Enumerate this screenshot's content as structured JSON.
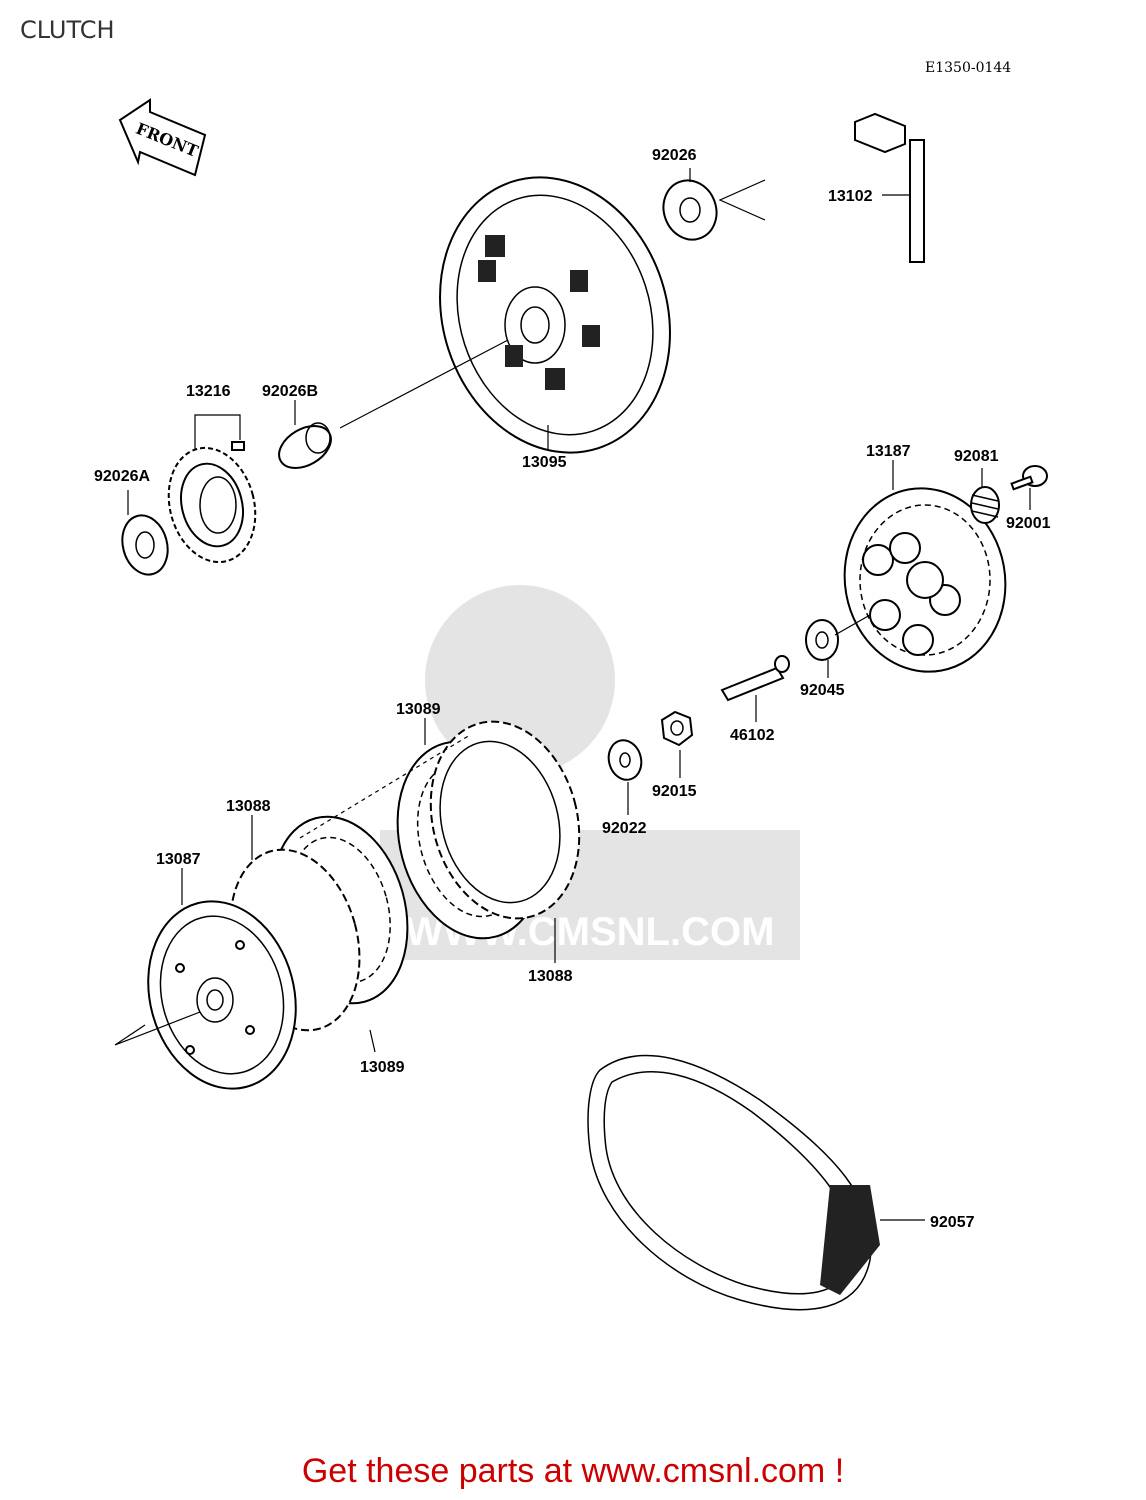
{
  "page": {
    "title": "CLUTCH",
    "diagram_code": "E1350-0144",
    "front_label": "FRONT",
    "footer": "Get these parts at www.cmsnl.com !",
    "watermark": "WWW.CMSNL.COM",
    "colors": {
      "footer": "#cc0000",
      "title": "#333333",
      "watermark": "#d9d9d9"
    }
  },
  "parts": [
    {
      "id": "92026",
      "label": "92026"
    },
    {
      "id": "13102",
      "label": "13102"
    },
    {
      "id": "13216",
      "label": "13216"
    },
    {
      "id": "92026B",
      "label": "92026B"
    },
    {
      "id": "92026A",
      "label": "92026A"
    },
    {
      "id": "13095",
      "label": "13095"
    },
    {
      "id": "13187",
      "label": "13187"
    },
    {
      "id": "92081",
      "label": "92081"
    },
    {
      "id": "92001",
      "label": "92001"
    },
    {
      "id": "92045",
      "label": "92045"
    },
    {
      "id": "46102",
      "label": "46102"
    },
    {
      "id": "13089a",
      "label": "13089"
    },
    {
      "id": "92015",
      "label": "92015"
    },
    {
      "id": "92022",
      "label": "92022"
    },
    {
      "id": "13088a",
      "label": "13088"
    },
    {
      "id": "13087",
      "label": "13087"
    },
    {
      "id": "13088b",
      "label": "13088"
    },
    {
      "id": "13089b",
      "label": "13089"
    },
    {
      "id": "92057",
      "label": "92057"
    }
  ]
}
